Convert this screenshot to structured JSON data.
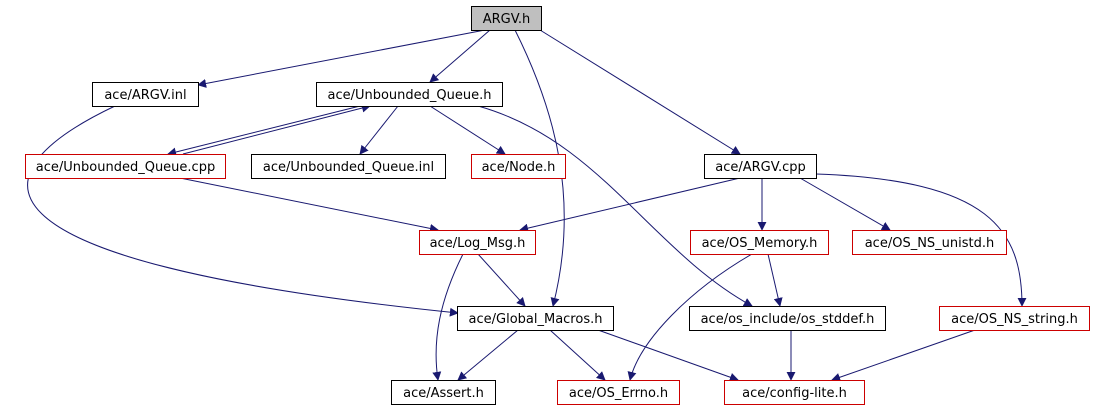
{
  "colors": {
    "edge": "#191970",
    "border_normal": "#000000",
    "border_red": "#cc0000",
    "root_fill": "#bfbfbf",
    "node_fill": "#ffffff"
  },
  "nodes": {
    "argv_h": {
      "label": "ARGV.h",
      "style": "root"
    },
    "argv_inl": {
      "label": "ace/ARGV.inl",
      "style": "normal"
    },
    "unbounded_queue_h": {
      "label": "ace/Unbounded_Queue.h",
      "style": "normal"
    },
    "unbounded_queue_cpp": {
      "label": "ace/Unbounded_Queue.cpp",
      "style": "red"
    },
    "unbounded_queue_inl": {
      "label": "ace/Unbounded_Queue.inl",
      "style": "normal"
    },
    "node_h": {
      "label": "ace/Node.h",
      "style": "red"
    },
    "argv_cpp": {
      "label": "ace/ARGV.cpp",
      "style": "normal"
    },
    "log_msg_h": {
      "label": "ace/Log_Msg.h",
      "style": "red"
    },
    "os_memory_h": {
      "label": "ace/OS_Memory.h",
      "style": "red"
    },
    "os_ns_unistd_h": {
      "label": "ace/OS_NS_unistd.h",
      "style": "red"
    },
    "global_macros_h": {
      "label": "ace/Global_Macros.h",
      "style": "normal"
    },
    "os_stddef_h": {
      "label": "ace/os_include/os_stddef.h",
      "style": "normal"
    },
    "os_ns_string_h": {
      "label": "ace/OS_NS_string.h",
      "style": "red"
    },
    "assert_h": {
      "label": "ace/Assert.h",
      "style": "normal"
    },
    "os_errno_h": {
      "label": "ace/OS_Errno.h",
      "style": "red"
    },
    "config_lite_h": {
      "label": "ace/config-lite.h",
      "style": "red"
    }
  },
  "edges": [
    {
      "from": "argv_h",
      "to": "argv_inl"
    },
    {
      "from": "argv_h",
      "to": "unbounded_queue_h"
    },
    {
      "from": "argv_h",
      "to": "argv_cpp"
    },
    {
      "from": "argv_h",
      "to": "global_macros_h"
    },
    {
      "from": "argv_inl",
      "to": "global_macros_h"
    },
    {
      "from": "unbounded_queue_h",
      "to": "unbounded_queue_cpp"
    },
    {
      "from": "unbounded_queue_cpp",
      "to": "unbounded_queue_h"
    },
    {
      "from": "unbounded_queue_h",
      "to": "unbounded_queue_inl"
    },
    {
      "from": "unbounded_queue_h",
      "to": "node_h"
    },
    {
      "from": "unbounded_queue_h",
      "to": "os_stddef_h"
    },
    {
      "from": "unbounded_queue_cpp",
      "to": "log_msg_h"
    },
    {
      "from": "argv_cpp",
      "to": "log_msg_h"
    },
    {
      "from": "argv_cpp",
      "to": "os_memory_h"
    },
    {
      "from": "argv_cpp",
      "to": "os_ns_unistd_h"
    },
    {
      "from": "argv_cpp",
      "to": "os_ns_string_h"
    },
    {
      "from": "log_msg_h",
      "to": "global_macros_h"
    },
    {
      "from": "log_msg_h",
      "to": "assert_h"
    },
    {
      "from": "os_memory_h",
      "to": "os_errno_h"
    },
    {
      "from": "os_memory_h",
      "to": "os_stddef_h"
    },
    {
      "from": "global_macros_h",
      "to": "assert_h"
    },
    {
      "from": "global_macros_h",
      "to": "os_errno_h"
    },
    {
      "from": "global_macros_h",
      "to": "config_lite_h"
    },
    {
      "from": "os_stddef_h",
      "to": "config_lite_h"
    },
    {
      "from": "os_ns_string_h",
      "to": "config_lite_h"
    }
  ]
}
